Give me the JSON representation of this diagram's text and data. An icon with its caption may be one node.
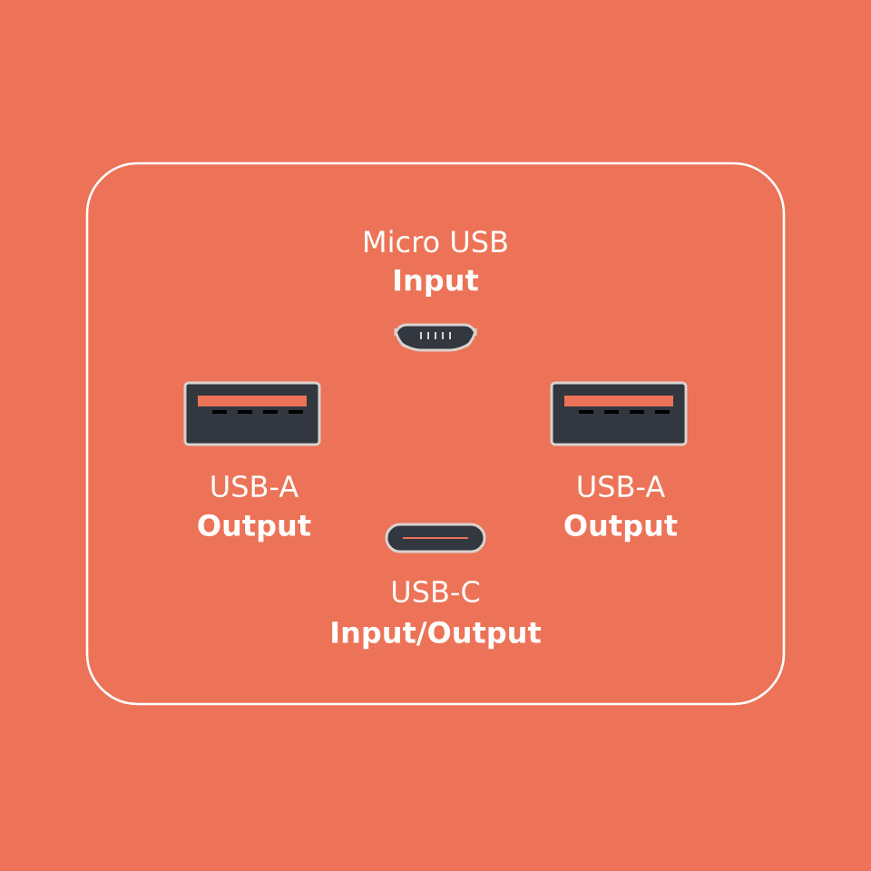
{
  "diagram": {
    "labels": [
      "Micro USB",
      "Input",
      "USB-A",
      "USB-A",
      "Output",
      "Output",
      "USB-C",
      "Input/Output"
    ]
  }
}
